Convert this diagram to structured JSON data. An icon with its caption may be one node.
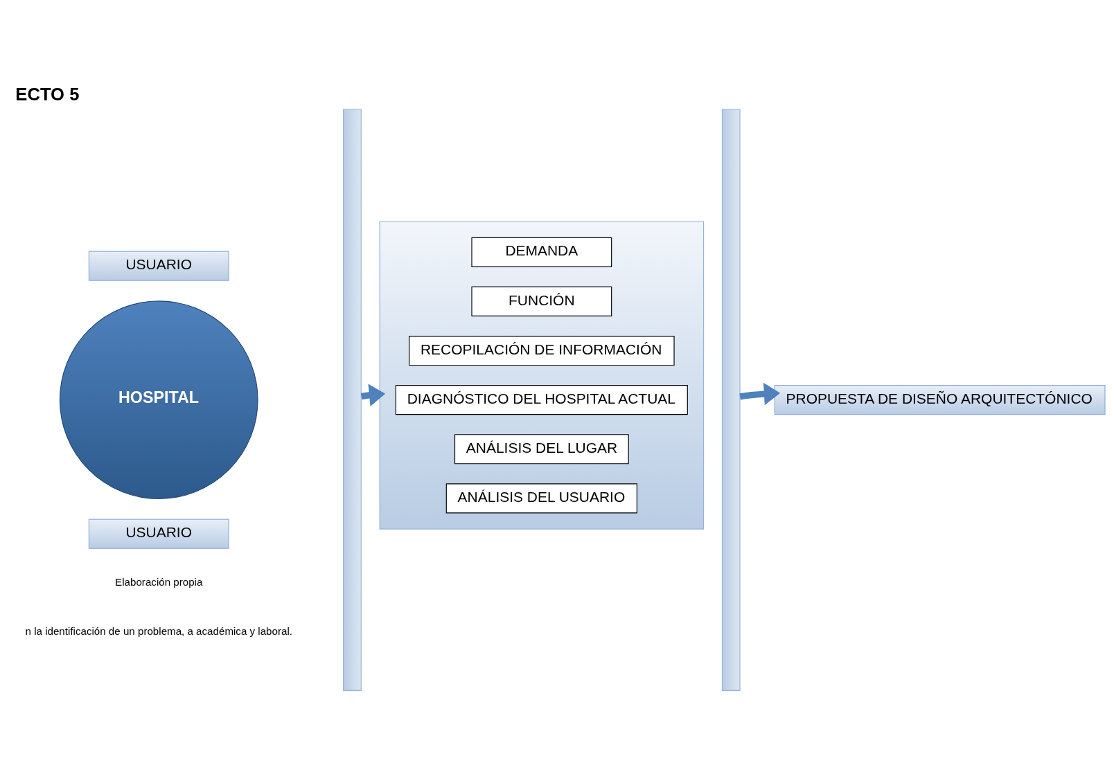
{
  "diagram": {
    "title": "ECTO 5",
    "nodes": [
      {
        "text": [
          "USUARIO"
        ]
      },
      {
        "text": [
          "HOSPITAL"
        ]
      },
      {
        "text": [
          "USUARIO"
        ]
      },
      {
        "text": [],
        "shape": "bar"
      },
      {
        "text": [],
        "shape": "box"
      },
      {
        "text": [
          "DEMANDA"
        ],
        "in": 4
      },
      {
        "text": [
          "FUNCIÓN"
        ],
        "in": 4
      },
      {
        "text": [
          "RECOPILACIÓN DE INFORMACIÓN"
        ],
        "in": 4
      },
      {
        "text": [
          "DIAGNÓSTICO DEL HOSPITAL ACTUAL"
        ],
        "in": 4
      },
      {
        "text": [
          "ANÁLISIS DEL LUGAR"
        ],
        "in": 4
      },
      {
        "text": [
          "ANÁLISIS DEL USUARIO"
        ],
        "in": 4
      },
      {
        "text": [],
        "shape": "bar"
      },
      {
        "text": [
          "PROPUESTA DE DISEÑO ARQUITECTÓNICO"
        ]
      }
    ],
    "edges": [
      {
        "from": 3,
        "to": 4,
        "arrow": "to"
      },
      {
        "from": 11,
        "to": 12,
        "arrow": "to"
      }
    ],
    "labels": [
      "Elaboración propia",
      "n la identificación de un problema, a académica y laboral."
    ]
  }
}
